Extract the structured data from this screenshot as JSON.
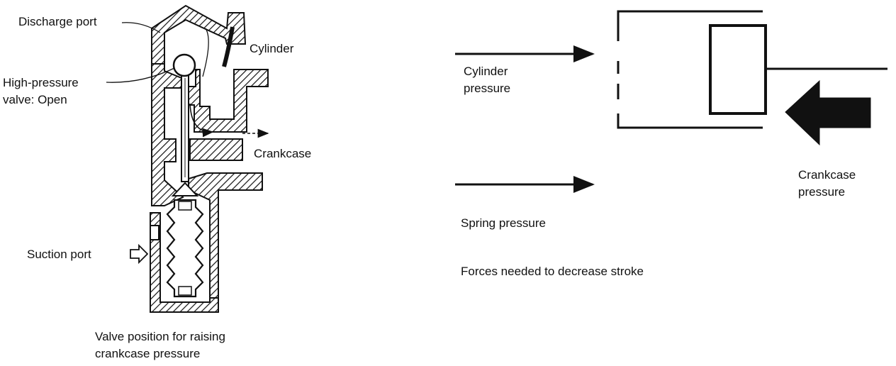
{
  "valve_diagram": {
    "labels": {
      "discharge_port": "Discharge port",
      "cylinder": "Cylinder",
      "high_pressure_valve_line1": "High-pressure",
      "high_pressure_valve_line2": "valve:  Open",
      "crankcase": "Crankcase",
      "suction_port": "Suction port"
    },
    "caption_line1": "Valve position for raising",
    "caption_line2": "crankcase pressure"
  },
  "force_diagram": {
    "labels": {
      "cylinder_pressure_line1": "Cylinder",
      "cylinder_pressure_line2": "pressure",
      "crankcase_pressure_line1": "Crankcase",
      "crankcase_pressure_line2": "pressure",
      "spring_pressure": "Spring pressure"
    },
    "caption": "Forces needed to decrease stroke"
  },
  "colors": {
    "ink": "#111111",
    "background": "#ffffff"
  }
}
